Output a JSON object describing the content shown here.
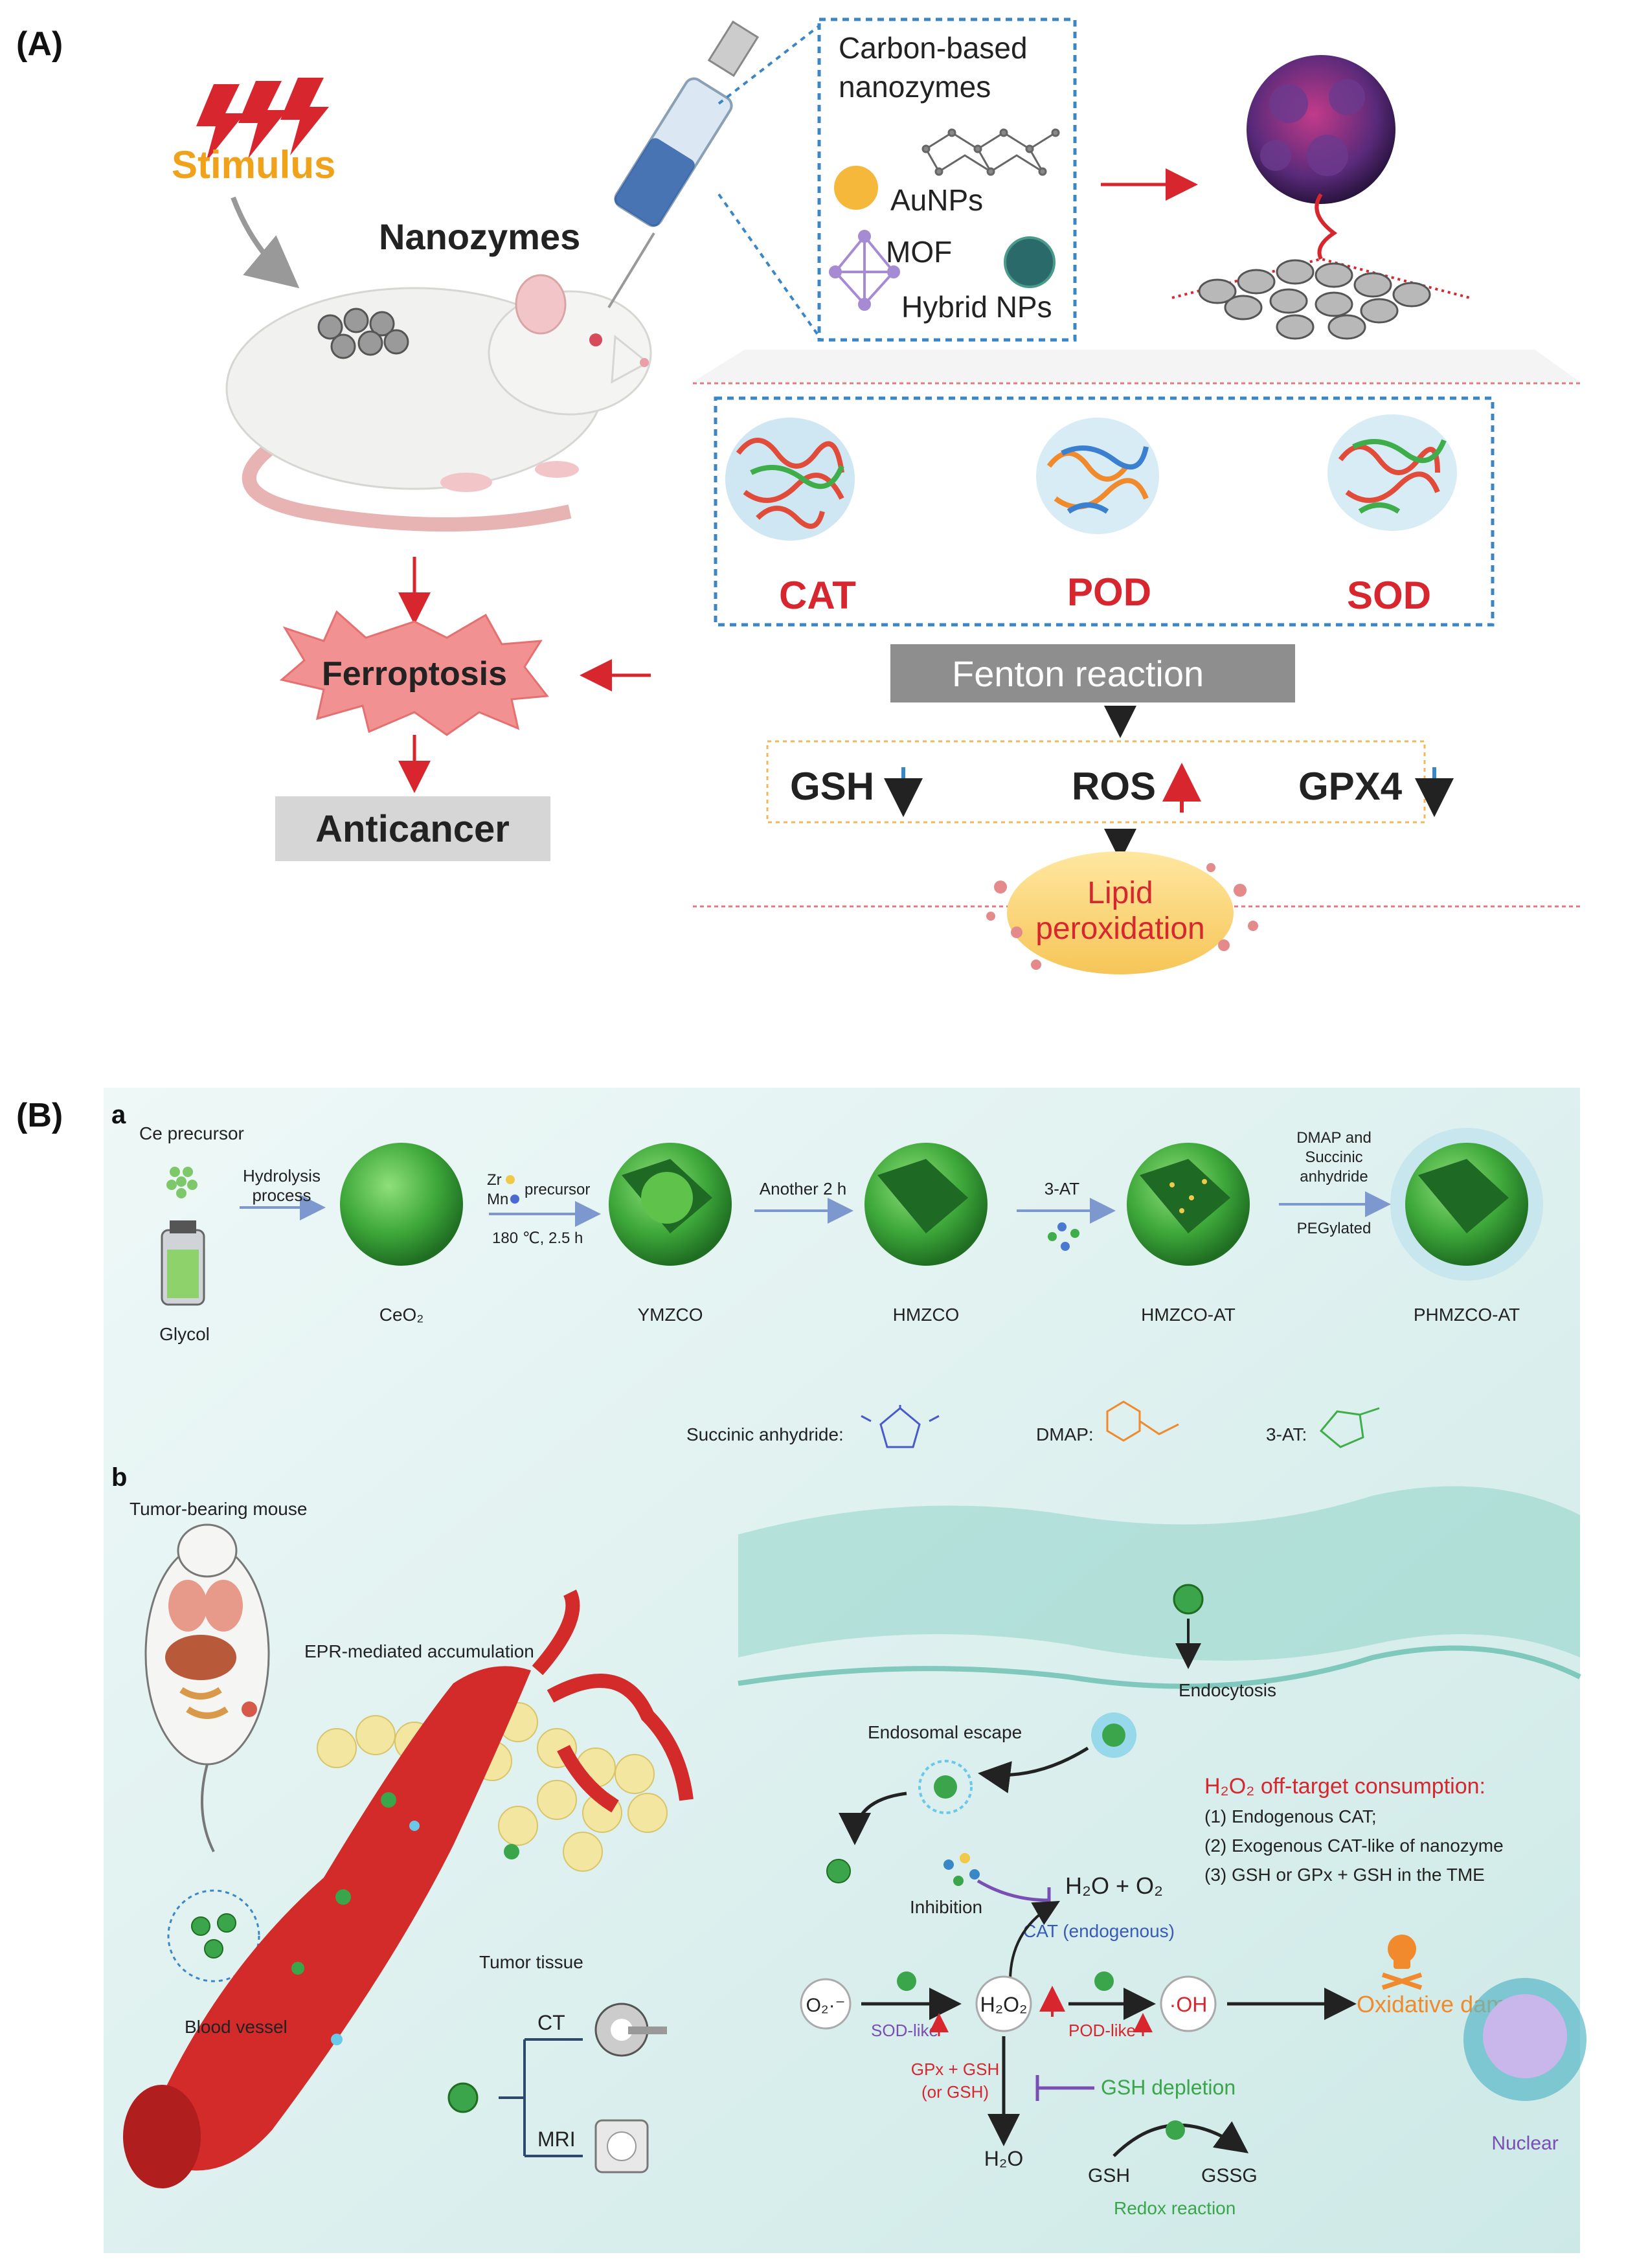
{
  "panel_a": {
    "label": "(A)",
    "stimulus": "Stimulus",
    "nanozymes": "Nanozymes",
    "box_title_line1": "Carbon-based",
    "box_title_line2": "nanozymes",
    "aunps": "AuNPs",
    "mof": "MOF",
    "hybrid": "Hybrid NPs",
    "cat": "CAT",
    "pod": "POD",
    "sod": "SOD",
    "fenton": "Fenton reaction",
    "gsh": "GSH",
    "ros": "ROS",
    "gpx4": "GPX4",
    "lipid_line1": "Lipid",
    "lipid_line2": "peroxidation",
    "ferroptosis": "Ferroptosis",
    "anticancer": "Anticancer"
  },
  "panel_b": {
    "label": "(B)",
    "sub_a": "a",
    "sub_b": "b",
    "ce_precursor": "Ce precursor",
    "glycol": "Glycol",
    "hydrolysis_1": "Hydrolysis",
    "hydrolysis_2": "process",
    "zr": "Zr",
    "mn": "Mn",
    "precursor": "precursor",
    "cond": "180 ℃, 2.5 h",
    "another": "Another 2 h",
    "at3": "3-AT",
    "dmap_1": "DMAP and",
    "dmap_2": "Succinic",
    "dmap_3": "anhydride",
    "pegylated": "PEGylated",
    "ceo2": "CeO₂",
    "ymzco": "YMZCO",
    "hmzco": "HMZCO",
    "hmzco_at": "HMZCO-AT",
    "phmzco_at": "PHMZCO-AT",
    "succinic_label": "Succinic anhydride:",
    "dmap_label": "DMAP:",
    "at3_label": "3-AT:",
    "tumor_mouse": "Tumor-bearing mouse",
    "epr": "EPR-mediated accumulation",
    "tumor_tissue": "Tumor tissue",
    "blood_vessel": "Blood vessel",
    "ct": "CT",
    "mri": "MRI",
    "endocytosis": "Endocytosis",
    "endosomal": "Endosomal escape",
    "offtarget_title": "H₂O₂ off-target consumption:",
    "offtarget_1": "(1) Endogenous CAT;",
    "offtarget_2": "(2) Exogenous CAT-like of nanozyme",
    "offtarget_3": "(3) GSH or GPx + GSH in the TME",
    "inhibition": "Inhibition",
    "h2o_o2": "H₂O + O₂",
    "cat_endo": "CAT (endogenous)",
    "o2": "O₂·⁻",
    "sod_like": "SOD-like",
    "h2o2": "H₂O₂",
    "pod_like": "POD-like",
    "oh": "·OH",
    "oxidative": "Oxidative damage",
    "gpx_1": "GPx + GSH",
    "gpx_2": "(or GSH)",
    "gsh_depletion": "GSH depletion",
    "h2o": "H₂O",
    "gsh": "GSH",
    "gssg": "GSSG",
    "redox": "Redox reaction",
    "nuclear": "Nuclear"
  },
  "colors": {
    "red": "#d8262f",
    "orange": "#f0a21a",
    "blue_dot": "#3a87c8",
    "teal_bg": "#dff0ef",
    "green": "#3aa54a",
    "orange_text": "#f08a2c",
    "purple": "#7a4fb3"
  }
}
